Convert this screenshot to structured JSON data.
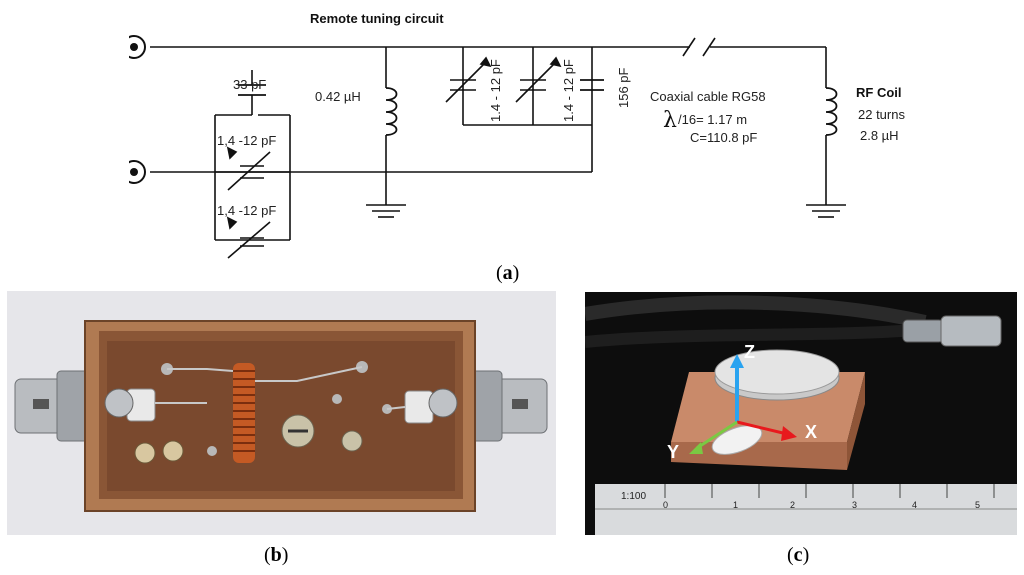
{
  "schematic": {
    "title": "Remote tuning circuit",
    "inductor_value": "0.42 µH",
    "cap_33": "33 pF",
    "cap_var_a": "1,4 -12 pF",
    "cap_var_b": "1,4 -12 pF",
    "cap_var_c": "1.4 - 12 pF",
    "cap_var_d": "1.4 - 12 pF",
    "cap_156": "156 pF",
    "cable_name": "Coaxial cable RG58",
    "cable_lambda_rest": "/16= 1.17 m",
    "cable_lambda_symbol": "λ",
    "cable_capacitance": "C=110.8 pF",
    "coil_title": "RF Coil",
    "coil_turns": "22 turns",
    "coil_inductance": "2.8 µH"
  },
  "captions": {
    "a": "a",
    "b": "b",
    "c": "c"
  },
  "photo_c": {
    "axis_z": "Z",
    "axis_y": "Y",
    "axis_x": "X",
    "ruler_scale": "1:100",
    "ruler_ticks": [
      "0",
      "1",
      "2",
      "3",
      "4",
      "5"
    ],
    "colors": {
      "z_axis": "#29a3f0",
      "y_axis": "#7ac943",
      "x_axis": "#e8191d"
    }
  }
}
